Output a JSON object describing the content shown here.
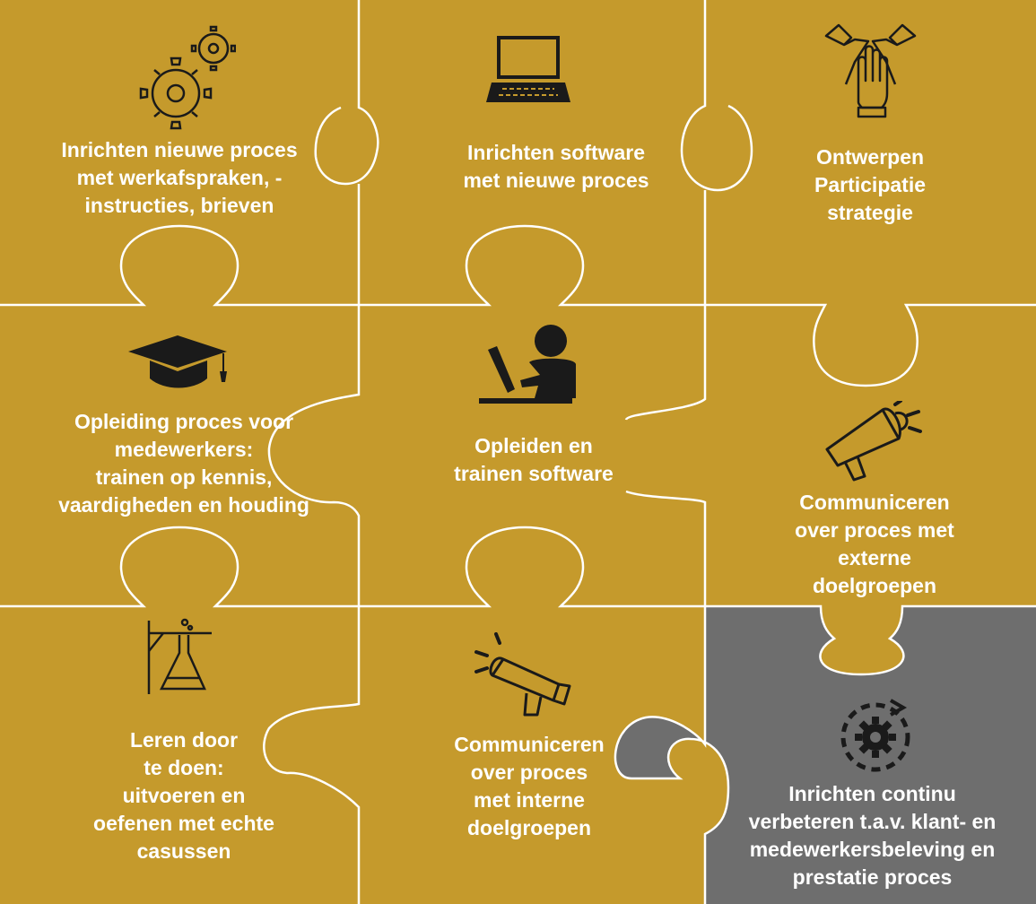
{
  "colors": {
    "gold": "#C59A2C",
    "grey": "#6E6E6E",
    "white": "#FFFFFF",
    "ink": "#1A1A1A"
  },
  "pieces": [
    {
      "icon": "gears-icon",
      "color": "gold",
      "text": "Inrichten nieuwe proces\nmet werkafspraken, -\ninstructies, brieven"
    },
    {
      "icon": "laptop-icon",
      "color": "gold",
      "text": "Inrichten software\nmet nieuwe proces"
    },
    {
      "icon": "hands-teamwork-icon",
      "color": "gold",
      "text": "Ontwerpen\nParticipatie\nstrategie"
    },
    {
      "icon": "graduation-cap-icon",
      "color": "gold",
      "text": "Opleiding proces voor\nmedewerkers:\ntrainen op kennis,\nvaardigheden en houding"
    },
    {
      "icon": "person-studying-icon",
      "color": "gold",
      "text": "Opleiden en\ntrainen software"
    },
    {
      "icon": "megaphone-icon",
      "color": "gold",
      "text": "Communiceren\nover proces met\nexterne\ndoelgroepen"
    },
    {
      "icon": "flask-icon",
      "color": "gold",
      "text": "Leren door\n te doen:\nuitvoeren en\noefenen met echte\ncasussen"
    },
    {
      "icon": "megaphone-icon",
      "color": "gold",
      "text": "Communiceren\nover proces\nmet interne\ndoelgroepen"
    },
    {
      "icon": "continuous-improvement-gear-icon",
      "color": "grey",
      "text": "Inrichten continu\nverbeteren t.a.v. klant- en\nmedewerkersbeleving en\nprestatie proces"
    }
  ]
}
